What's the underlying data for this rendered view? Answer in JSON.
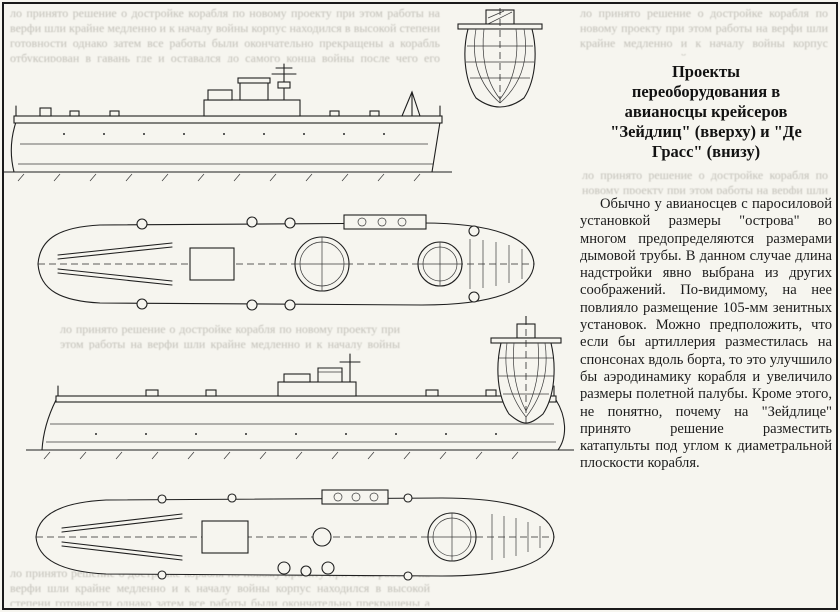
{
  "page": {
    "background": "#f6f5ef",
    "border_color": "#1a1a1a"
  },
  "article": {
    "heading_lines": [
      "Проекты",
      "переоборудования в",
      "авианосцы крейсеров",
      "\"Зейдлиц\" (вверху) и \"Де",
      "Грасс\" (внизу)"
    ],
    "body": "Обычно у авианосцев с паросиловой установкой размеры \"острова\" во многом предопределяются размерами дымовой трубы. В данном случае длина надстройки явно выбрана из других соображений. По-видимому, на нее повлияло размещение 105-мм зенитных установок. Можно предположить, что если бы артиллерия разместилась на спонсонах вдоль борта, то это улучшило бы аэродинамику корабля и увеличило размеры полетной палубы. Кроме этого, не понятно, почему на \"Зейдлице\" принято решение разместить катапульты под углом к диаметральной плоскости корабля."
  },
  "figures": {
    "seydlitz_profile": "seydlitz-side-profile",
    "seydlitz_plan": "seydlitz-deck-plan",
    "seydlitz_section": "seydlitz-cross-section",
    "degrasse_profile": "de-grasse-side-profile",
    "degrasse_plan": "de-grasse-deck-plan",
    "degrasse_section": "de-grasse-cross-section"
  },
  "bleedthrough": {
    "sample": "ло принято решение о достройке корабля по новому проекту при этом работы на верфи шли крайне медленно и к началу войны корпус находился в высокой степени готовности однако затем все работы были окончательно прекращены а корабль отбуксирован в гавань где и оставался до самого конца войны после чего его корпус был затоплен на мелководье"
  }
}
